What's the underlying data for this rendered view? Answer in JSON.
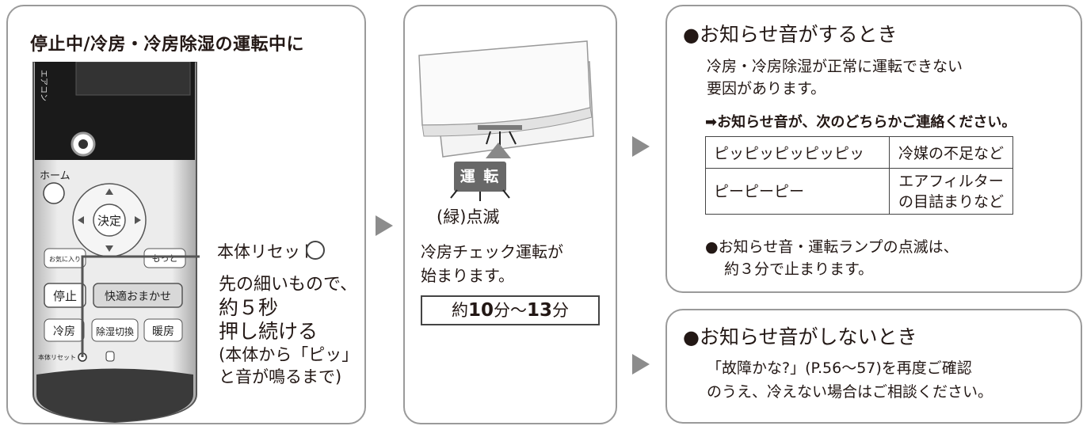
{
  "panel1": {
    "title": "停止中/冷房・冷房除湿の運転中に",
    "remote": {
      "side_text": "エアコン",
      "home": "ホーム",
      "enter": "決定",
      "btn_okonomi": "お気に入り",
      "btn_motto": "もっと",
      "btn_stop": "停止",
      "btn_kaiteki": "快適おまかせ",
      "btn_cool": "冷房",
      "btn_dehumid": "除湿切換",
      "btn_heat": "暖房",
      "reset_small": "本体リセット"
    },
    "reset_label": "本体リセット",
    "instr_line1": "先の細いもので、",
    "instr_line2": "約５秒",
    "instr_line3": "押し続ける",
    "instr_line4": "(本体から「ピッ」",
    "instr_line5": "と音が鳴るまで)"
  },
  "panel2": {
    "badge": "運 転",
    "blink": "(緑)点滅",
    "text_line1": "冷房チェック運転が",
    "text_line2": "始まります。",
    "time_pre": "約",
    "time_a": "10",
    "time_mid": "分〜",
    "time_b": "13",
    "time_post": "分"
  },
  "panel3": {
    "bullet": "●",
    "heading": "お知らせ音がするとき",
    "desc_line1": "冷房・冷房除湿が正常に運転できない",
    "desc_line2": "要因があります。",
    "contact": "➡お知らせ音が、次のどちらかご連絡ください。",
    "table": [
      [
        "ピッピッピッピッピッ",
        "冷媒の不足など"
      ],
      [
        "ピーピーピー",
        "エアフィルター",
        "の目詰まりなど"
      ]
    ],
    "note_line1": "●お知らせ音・運転ランプの点滅は、",
    "note_line2": "約３分で止まります。"
  },
  "panel4": {
    "bullet": "●",
    "heading": "お知らせ音がしないとき",
    "desc_line1": "「故障かな?」(P.56〜57)を再度ご確認",
    "desc_line2": "のうえ、冷えない場合はご相談ください。"
  },
  "colors": {
    "arrow": "#8c8c8c",
    "border": "#9a9a9a",
    "badge": "#686868"
  }
}
